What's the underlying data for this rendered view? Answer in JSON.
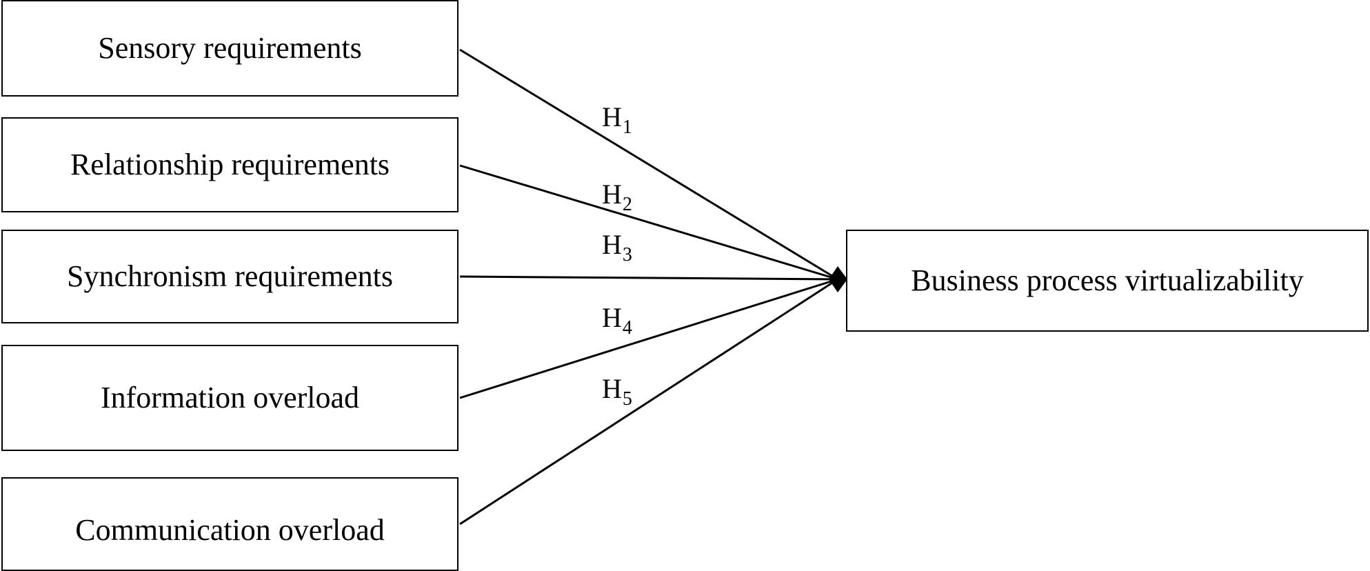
{
  "diagram": {
    "predictors": [
      {
        "label": "Sensory requirements"
      },
      {
        "label": "Relationship requirements"
      },
      {
        "label": "Synchronism requirements"
      },
      {
        "label": "Information overload"
      },
      {
        "label": "Communication overload"
      }
    ],
    "outcome": {
      "label": "Business process virtualizability"
    },
    "hypotheses": [
      {
        "base": "H",
        "sub": "1"
      },
      {
        "base": "H",
        "sub": "2"
      },
      {
        "base": "H",
        "sub": "3"
      },
      {
        "base": "H",
        "sub": "4"
      },
      {
        "base": "H",
        "sub": "5"
      }
    ],
    "edges": [
      {
        "from": "Sensory requirements",
        "to": "Business process virtualizability",
        "label": "H1"
      },
      {
        "from": "Relationship requirements",
        "to": "Business process virtualizability",
        "label": "H2"
      },
      {
        "from": "Synchronism requirements",
        "to": "Business process virtualizability",
        "label": "H3"
      },
      {
        "from": "Information overload",
        "to": "Business process virtualizability",
        "label": "H4"
      },
      {
        "from": "Communication overload",
        "to": "Business process virtualizability",
        "label": "H5"
      }
    ],
    "line_color": "#000000",
    "node_fill": "#ffffff"
  }
}
